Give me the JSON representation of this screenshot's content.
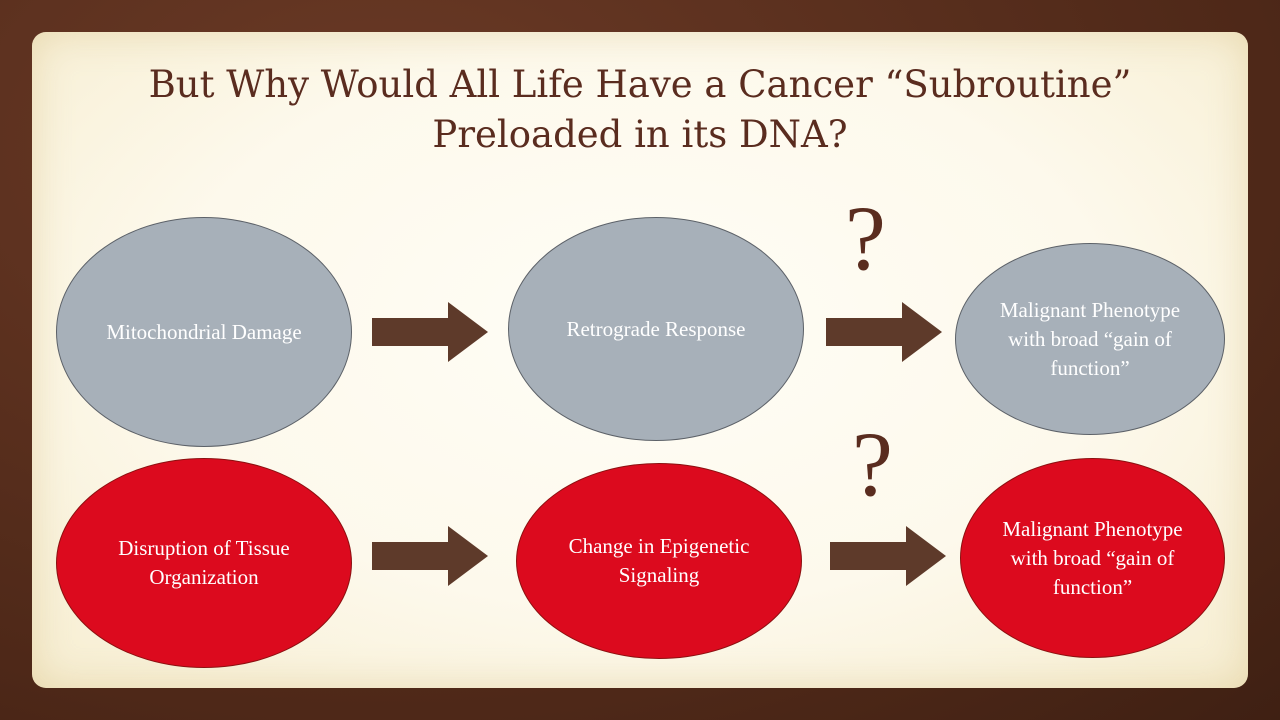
{
  "title": {
    "line1": "But Why Would All Life Have a Cancer “Subroutine”",
    "line2": "Preloaded in its DNA?"
  },
  "rows": [
    {
      "nodes": [
        "Mitochondrial Damage",
        "Retrograde Response",
        "Malignant Phenotype with broad “gain of function”"
      ],
      "question_mark": "?",
      "fill": "#a7b0b9"
    },
    {
      "nodes": [
        "Disruption of Tissue Organization",
        "Change in Epigenetic Signaling",
        "Malignant Phenotype with broad “gain of function”"
      ],
      "question_mark": "?",
      "fill": "#dc0a1e"
    }
  ],
  "colors": {
    "arrow": "#5e3a2a",
    "title": "#5a2c1f",
    "frame": "#5a2f1e"
  }
}
